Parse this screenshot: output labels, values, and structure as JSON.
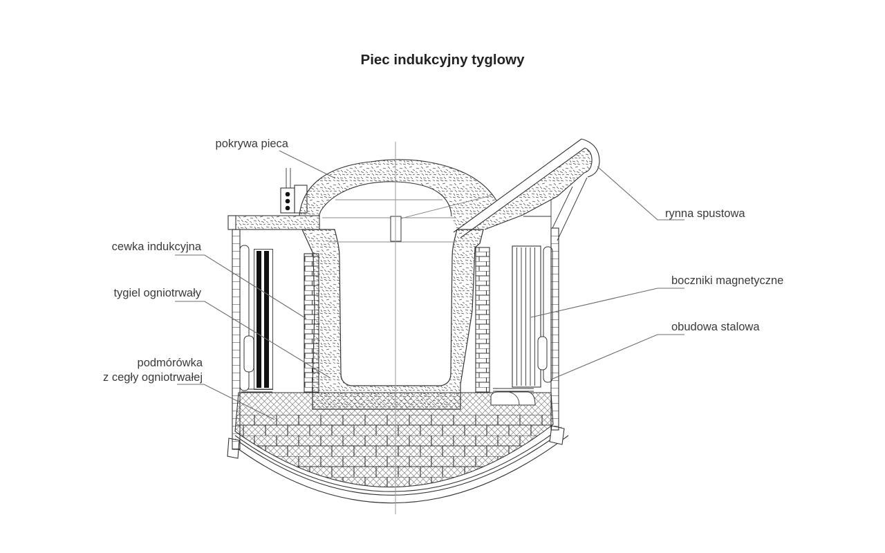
{
  "title": "Piec indukcyjny tyglowy",
  "labels": {
    "pokrywa_pieca": "pokrywa pieca",
    "cewka_indukcyjna": "cewka indukcyjna",
    "tygiel_ogniotrwaly": "tygiel ogniotrwały",
    "podmorowka_line1": "podmórówka",
    "podmorowka_line2": "z cegły ogniotrwałej",
    "rynna_spustowa": "rynna spustowa",
    "boczniki_magnetyczne": "boczniki magnetyczne",
    "obudowa_stalowa": "obudowa stalowa"
  },
  "colors": {
    "background": "#ffffff",
    "drawing_line": "#333333",
    "label_text": "#3a3a3a",
    "leader_line": "#6b6b6b",
    "centerline": "#9a9a9a"
  }
}
